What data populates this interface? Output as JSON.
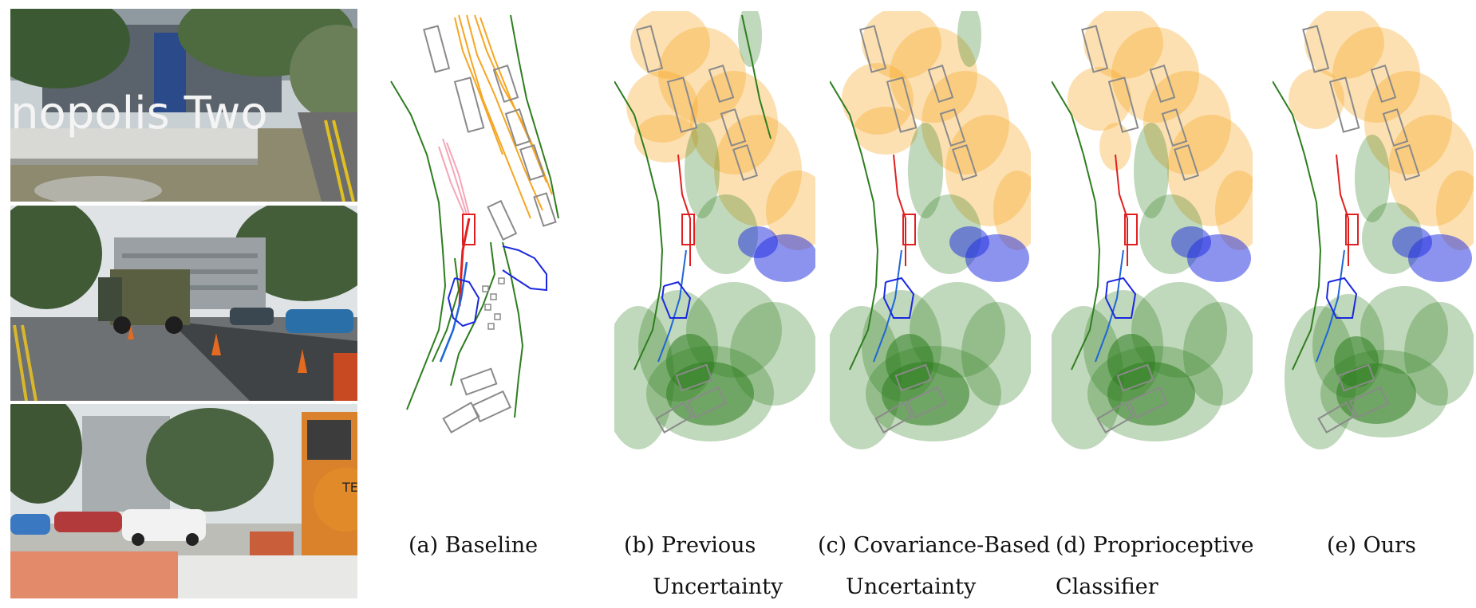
{
  "camera_sign_text": "nopolis Two",
  "camera_truck_text": "TE",
  "colors": {
    "prediction_orange": "#f5a623",
    "prediction_green": "#2e7d1f",
    "ego_red": "#e02020",
    "gt_blue": "#1f66d6",
    "planning_pink": "#f4a6b8",
    "agent_blue": "#1a28e0",
    "box_gray": "#8a8a8a"
  },
  "captions": {
    "a": "(a) Baseline",
    "b_line1": "(b) Previous",
    "b_line2": "Uncertainty",
    "c_line1": "(c) Covariance-Based",
    "c_line2": "Uncertainty",
    "d_line1": "(d) Proprioceptive",
    "d_line2": "Classifier",
    "e": "(e) Ours"
  }
}
